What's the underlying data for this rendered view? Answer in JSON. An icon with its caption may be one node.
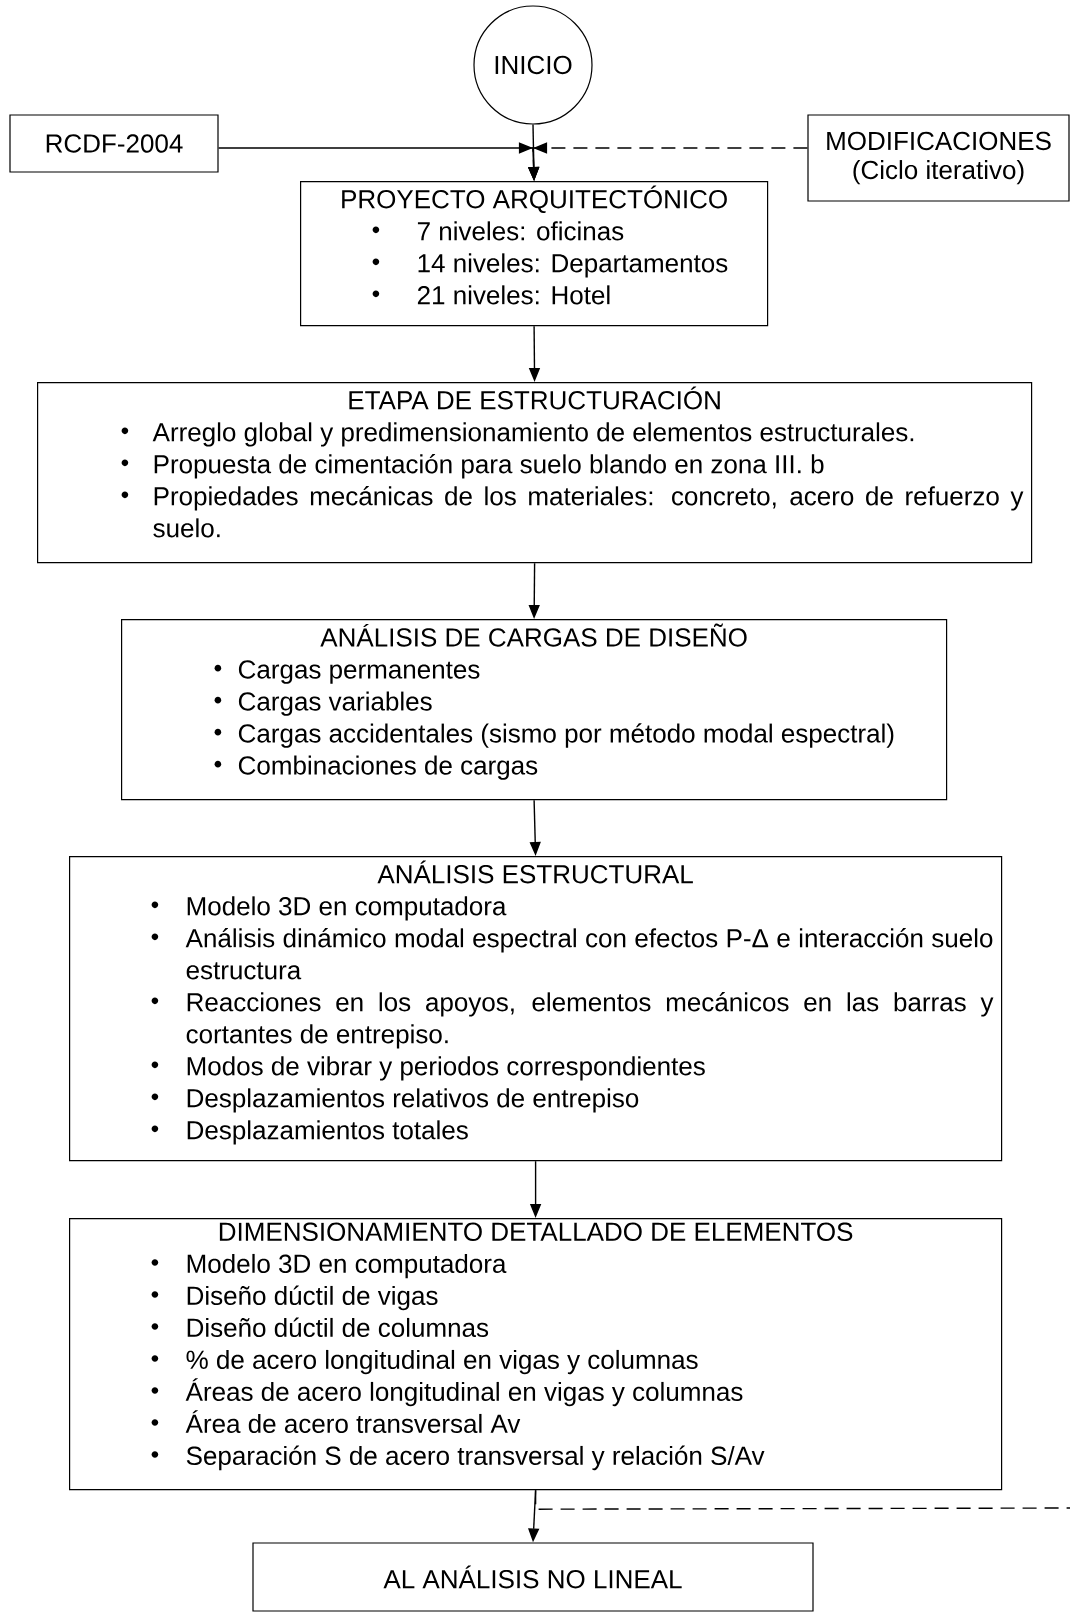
{
  "diagram": {
    "nodes": [
      {
        "text": [
          "INICIO"
        ]
      },
      {
        "text": [
          "RCDF-2004"
        ]
      },
      {
        "text": [
          "MODIFICACIONES",
          "(Ciclo iterativo)"
        ]
      },
      {
        "text": [
          "PROYECTO ARQUITECTÓNICO",
          "7 niveles: oficinas",
          "14 niveles: Departamentos",
          "21 niveles: Hotel"
        ]
      },
      {
        "text": [
          "ETAPA DE ESTRUCTURACIÓN",
          "Arreglo global y predimensionamiento de elementos estructurales.",
          "Propuesta de cimentación para suelo blando en zona III. b",
          "Propiedades mecánicas de los materiales: concreto, acero de refuerzo y suelo."
        ]
      },
      {
        "text": [
          "ANÁLISIS DE CARGAS DE DISEÑO",
          "Cargas permanentes",
          "Cargas variables",
          "Cargas accidentales (sismo por método modal espectral)",
          "Combinaciones de cargas"
        ]
      },
      {
        "text": [
          "ANÁLISIS ESTRUCTURAL",
          "Modelo 3D en computadora",
          "Análisis dinámico modal espectral con efectos P-Δ e interacción suelo estructura",
          "Reacciones en los apoyos, elementos mecánicos en las barras y cortantes de entrepiso.",
          "Modos de vibrar y periodos correspondientes",
          "Desplazamientos relativos de entrepiso",
          "Desplazamientos totales"
        ]
      },
      {
        "text": [
          "DIMENSIONAMIENTO DETALLADO DE ELEMENTOS",
          "Modelo 3D en computadora",
          "Diseño dúctil de vigas",
          "Diseño dúctil de columnas",
          "% de acero longitudinal en vigas y columnas",
          "Áreas de acero longitudinal en vigas y columnas",
          "Área de acero transversal Av",
          "Separación S de acero transversal y relación S/Av"
        ]
      },
      {
        "text": [
          "AL ANÁLISIS NO LINEAL"
        ]
      }
    ],
    "edges": [
      {
        "from": 0,
        "to": 3,
        "arrow": "to"
      },
      {
        "from": 1,
        "to": 3,
        "arrow": "to"
      },
      {
        "from": 2,
        "to": 3,
        "arrow": "to",
        "style": "dashed"
      },
      {
        "from": 3,
        "to": 4,
        "arrow": "to"
      },
      {
        "from": 4,
        "to": 5,
        "arrow": "to"
      },
      {
        "from": 5,
        "to": 6,
        "arrow": "to"
      },
      {
        "from": 6,
        "to": 7,
        "arrow": "to"
      },
      {
        "from": 7,
        "to": 8,
        "arrow": "to"
      },
      {
        "from": 7,
        "to": null,
        "arrow": "none",
        "style": "dashed"
      }
    ]
  }
}
